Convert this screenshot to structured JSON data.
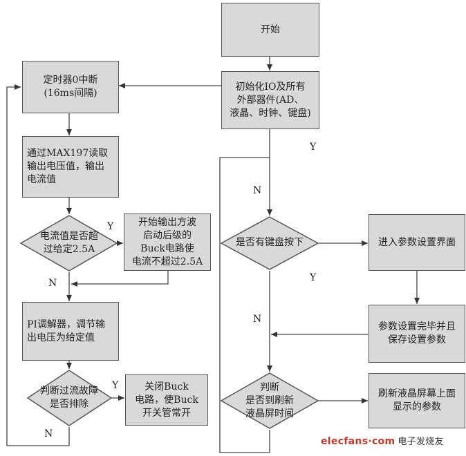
{
  "nodes": {
    "start": "开始",
    "init": "初始化IO及所有\n外部器件(AD、\n液晶、时钟、键盘)",
    "timer": "定时器0中断\n(16ms间隔)",
    "read": "通过MAX197读取\n输出电压值，输出\n电流值",
    "current_check": "电流值是否超\n过给定2.5A",
    "square_wave": "开始输出方波\n启动后级的\nBuck电路使\n电流不超过2.5A",
    "pi": "PI调解器，调节输\n出电压为给定值",
    "fault_check": "判断过流故障\n是否排除",
    "close_buck": "关闭Buck\n电路，使Buck\n开关管常开",
    "key_check": "是否有键盘按下",
    "param_enter": "进入参数设置界面",
    "param_save": "参数设置完毕并且\n保存设置参数",
    "lcd_check": "判断\n是否到刷新\n液晶屏时间",
    "lcd_refresh": "刷新液晶屏幕上面\n显示的参数"
  },
  "labels": {
    "y_init": "Y",
    "n_key": "N",
    "y_current": "Y",
    "n_current": "N",
    "y_key": "Y",
    "n_lcd": "N",
    "y_fault": "Y",
    "n_fault": "N"
  },
  "watermark": {
    "brand": "elecfans·com",
    "cn": "电子发烧友"
  }
}
